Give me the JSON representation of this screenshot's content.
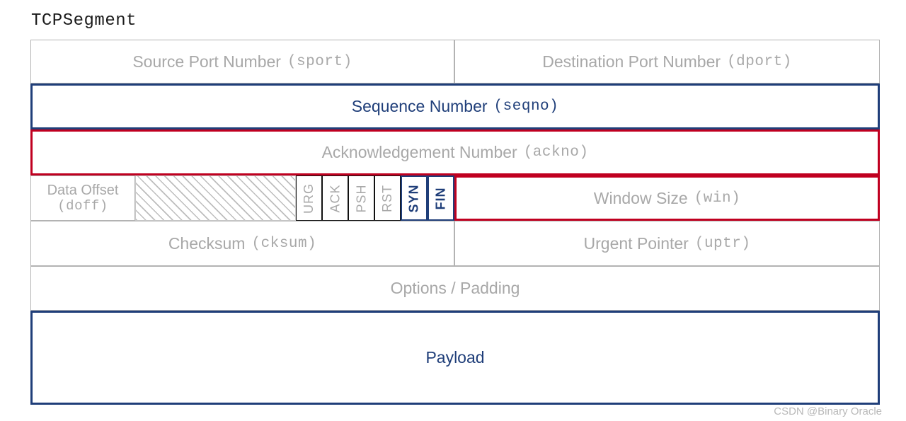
{
  "title": "TCPSegment",
  "watermark": "CSDN @Binary Oracle",
  "colors": {
    "highlight_blue": "#1F3E79",
    "highlight_red": "#C00020",
    "muted_gray": "#A8A8A8",
    "thin_border": "#B3B3B3"
  },
  "fields": {
    "source_port": {
      "name": "Source Port Number",
      "code": "(sport)",
      "style": "muted"
    },
    "destination_port": {
      "name": "Destination Port Number",
      "code": "(dport)",
      "style": "muted"
    },
    "sequence_number": {
      "name": "Sequence Number",
      "code": "(seqno)",
      "style": "blue"
    },
    "acknowledgement_number": {
      "name": "Acknowledgement Number",
      "code": "(ackno)",
      "style": "red-border-muted-text"
    },
    "data_offset": {
      "name": "Data Offset",
      "code": "(doff)",
      "style": "muted"
    },
    "reserved": {
      "name": "",
      "code": "",
      "style": "hatched"
    },
    "window_size": {
      "name": "Window Size",
      "code": "(win)",
      "style": "red-border-muted-text"
    },
    "checksum": {
      "name": "Checksum",
      "code": "(cksum)",
      "style": "muted"
    },
    "urgent_pointer": {
      "name": "Urgent Pointer",
      "code": "(uptr)",
      "style": "muted"
    },
    "options": {
      "name": "Options / Padding",
      "code": "",
      "style": "muted"
    },
    "payload": {
      "name": "Payload",
      "code": "",
      "style": "blue"
    }
  },
  "flags": [
    {
      "label": "URG",
      "highlighted": false
    },
    {
      "label": "ACK",
      "highlighted": false
    },
    {
      "label": "PSH",
      "highlighted": false
    },
    {
      "label": "RST",
      "highlighted": false
    },
    {
      "label": "SYN",
      "highlighted": true
    },
    {
      "label": "FIN",
      "highlighted": true
    }
  ]
}
